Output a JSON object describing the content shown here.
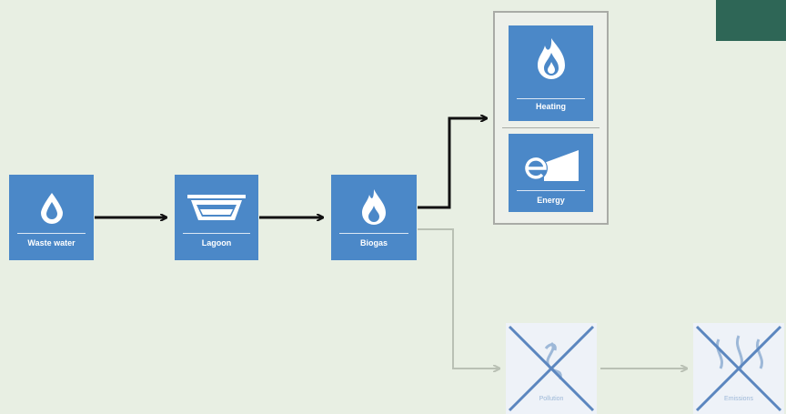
{
  "nodes": {
    "waste_water": {
      "label": "Waste water",
      "icon": "water-drop-icon"
    },
    "lagoon": {
      "label": "Lagoon",
      "icon": "lagoon-basin-icon"
    },
    "biogas": {
      "label": "Biogas",
      "icon": "flame-icon"
    },
    "heating": {
      "label": "Heating",
      "icon": "heating-flames-icon"
    },
    "energy": {
      "label": "Energy",
      "icon": "electricity-icon"
    },
    "crossed_1": {
      "label": "Pollution",
      "icon": "crossed-out-icon"
    },
    "crossed_2": {
      "label": "Emissions",
      "icon": "crossed-out-icon"
    }
  },
  "colors": {
    "background": "#e8efe3",
    "node": "#4b88c8",
    "arrow": "#111111",
    "faded_arrow": "#b9c0b4",
    "cross": "#5b86bf",
    "corner": "#2e6656"
  }
}
